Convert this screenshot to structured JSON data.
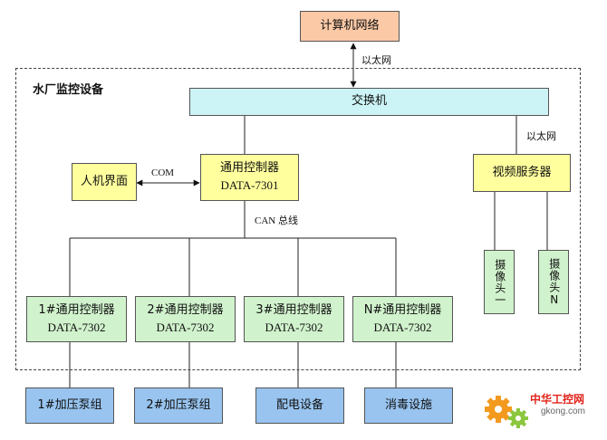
{
  "diagram": {
    "region_title": "水厂监控设备",
    "network": "计算机网络",
    "switch": "交换机",
    "hmi": "人机界面",
    "main_controller": {
      "name": "通用控制器",
      "model": "DATA-7301"
    },
    "video_server": "视频服务器",
    "cameras": [
      "摄像头一",
      "摄像头N"
    ],
    "sub_controllers": [
      {
        "name": "1#通用控制器",
        "model": "DATA-7302"
      },
      {
        "name": "2#通用控制器",
        "model": "DATA-7302"
      },
      {
        "name": "3#通用控制器",
        "model": "DATA-7302"
      },
      {
        "name": "N#通用控制器",
        "model": "DATA-7302"
      }
    ],
    "devices": [
      "1#加压泵组",
      "2#加压泵组",
      "配电设备",
      "消毒设施"
    ],
    "edge_labels": {
      "ethernet_top": "以太网",
      "ethernet_video": "以太网",
      "com": "COM",
      "can_bus": "CAN 总线"
    }
  },
  "watermark": {
    "title": "中华工控网",
    "url": "gkong.com"
  },
  "colors": {
    "network_fill": "#fbc9a6",
    "switch_fill": "#ccf3f5",
    "controller_fill": "#ffff9e",
    "sub_controller_fill": "#d0f2cc",
    "device_fill": "#98c4ef"
  }
}
